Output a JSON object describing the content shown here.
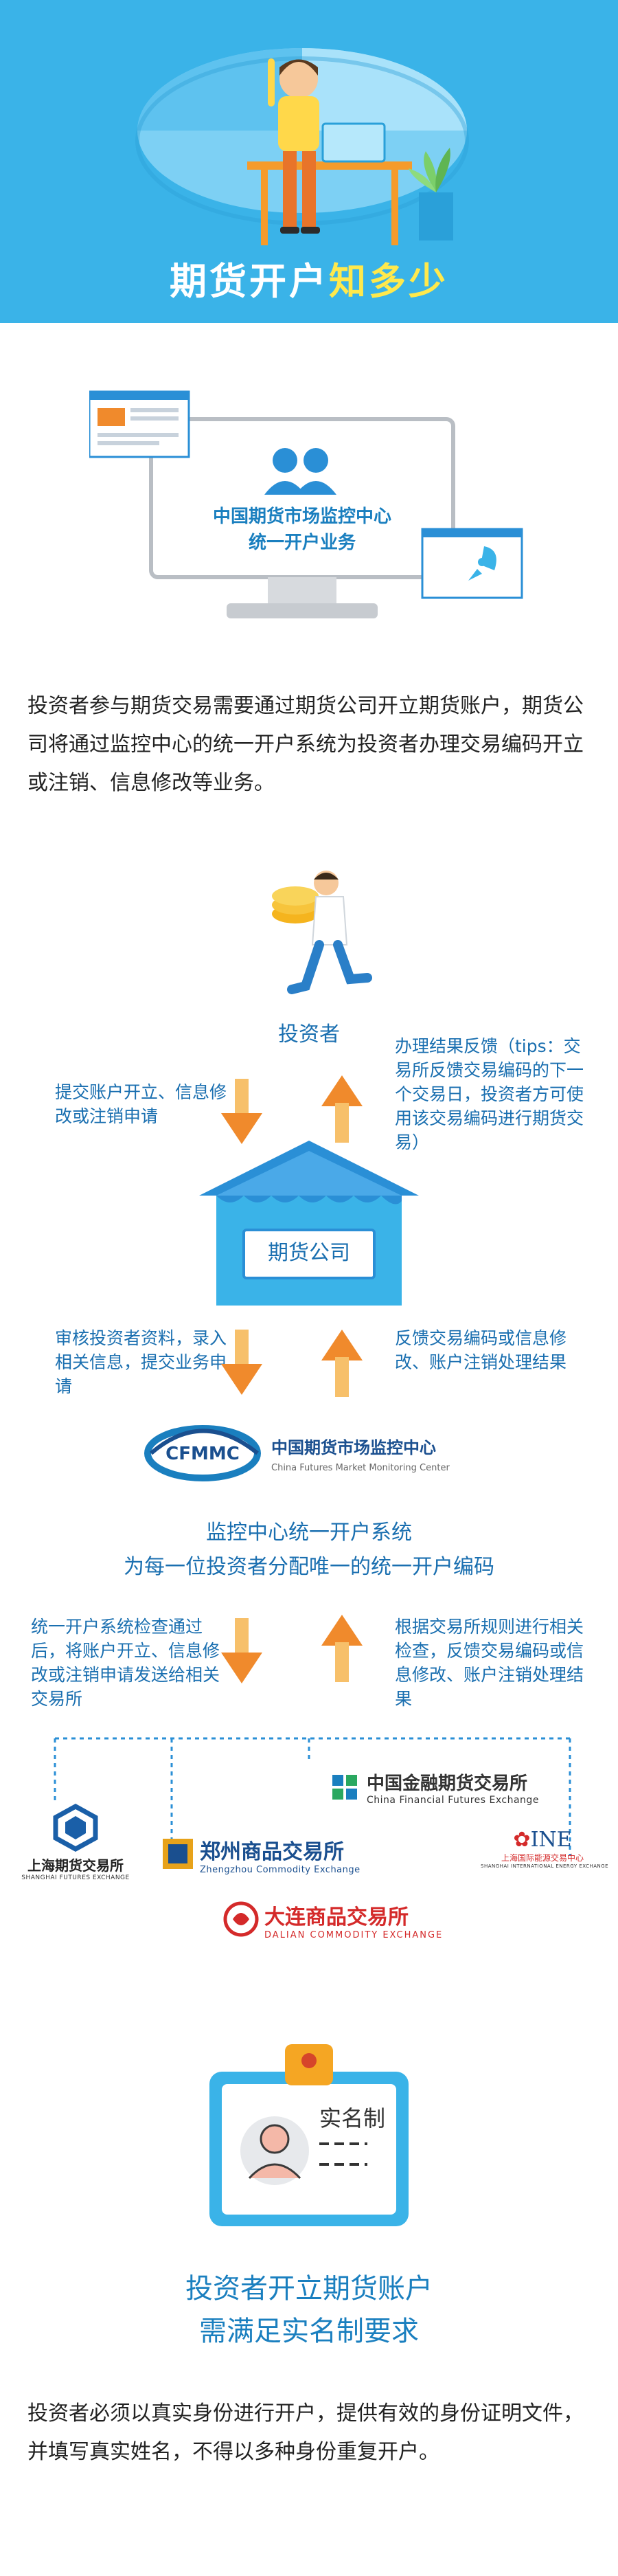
{
  "header": {
    "title_main": "期货开户",
    "title_accent": "知多少"
  },
  "monitor": {
    "line1": "中国期货市场监控中心",
    "line2": "统一开户业务"
  },
  "intro": {
    "text": "投资者参与期货交易需要通过期货公司开立期货账户，期货公司将通过监控中心的统一开户系统为投资者办理交易编码开立或注销、信息修改等业务。"
  },
  "flow": {
    "investor_label": "投资者",
    "step1_left": "提交账户开立、信息修改或注销申请",
    "step1_right": "办理结果反馈（tips：交易所反馈交易编码的下一个交易日，投资者方可使用该交易编码进行期货交易）",
    "company_label": "期货公司",
    "step2_left": "审核投资者资料，录入相关信息，提交业务申请",
    "step2_right": "反馈交易编码或信息修改、账户注销处理结果",
    "cfmmc_logo": "CFMMC",
    "cfmmc_cn": "中国期货市场监控中心",
    "cfmmc_en": "China Futures Market Monitoring Center",
    "system_line1": "监控中心统一开户系统",
    "system_line2": "为每一位投资者分配唯一的统一开户编码",
    "step3_left": "统一开户系统检查通过后，将账户开立、信息修改或注销申请发送给相关交易所",
    "step3_right": "根据交易所规则进行相关检查，反馈交易编码或信息修改、账户注销处理结果"
  },
  "exchanges": {
    "shfe_cn": "上海期货交易所",
    "shfe_en": "SHANGHAI FUTURES EXCHANGE",
    "czce_cn": "郑州商品交易所",
    "czce_en": "Zhengzhou Commodity Exchange",
    "cffex_cn": "中国金融期货交易所",
    "cffex_en": "China Financial Futures Exchange",
    "ine_logo": "INE",
    "ine_cn": "上海国际能源交易中心",
    "ine_en": "SHANGHAI INTERNATIONAL ENERGY EXCHANGE",
    "dce_cn": "大连商品交易所",
    "dce_en": "DALIAN COMMODITY EXCHANGE"
  },
  "idcard": {
    "label": "实名制"
  },
  "realname": {
    "title1": "投资者开立期货账户",
    "title2": "需满足实名制要求",
    "text": "投资者必须以真实身份进行开户，提供有效的身份证明文件，并填写真实姓名，不得以多种身份重复开户。"
  },
  "colors": {
    "header_bg": "#3ab3e8",
    "accent_yellow": "#ffe94c",
    "brand_blue": "#1a7fbf",
    "arrow_orange": "#f08a2c"
  }
}
